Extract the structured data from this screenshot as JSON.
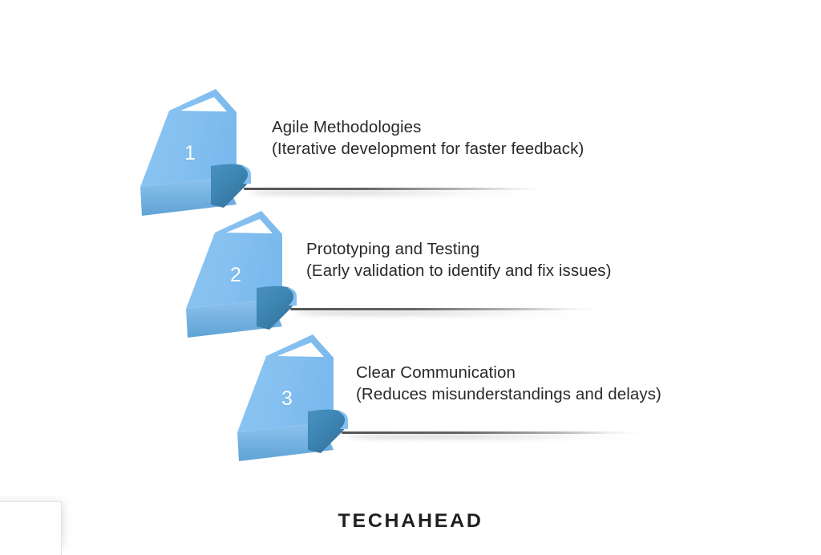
{
  "slide": {
    "background_color": "#ffffff",
    "theme": {
      "marker_body_color": "#85c0f0",
      "marker_body_color_dark": "#77b6ec",
      "marker_fold_color": "#3d86b4",
      "marker_fold_color_dark": "#33749f",
      "marker_base_color": "#6caedc",
      "marker_base_color_light": "#8ec4ee",
      "number_color": "#ffffff",
      "text_color": "#292929",
      "line_color": "#4b4b4b",
      "brand_color": "#231f20"
    }
  },
  "steps": [
    {
      "number": "1",
      "title": "Agile Methodologies",
      "subtitle": "(Iterative development for faster feedback)"
    },
    {
      "number": "2",
      "title": "Prototyping and Testing",
      "subtitle": "(Early validation to identify and fix issues)"
    },
    {
      "number": "3",
      "title": "Clear Communication",
      "subtitle": "(Reduces misunderstandings and delays)"
    }
  ],
  "brand": {
    "name": "TECHAHEAD"
  }
}
